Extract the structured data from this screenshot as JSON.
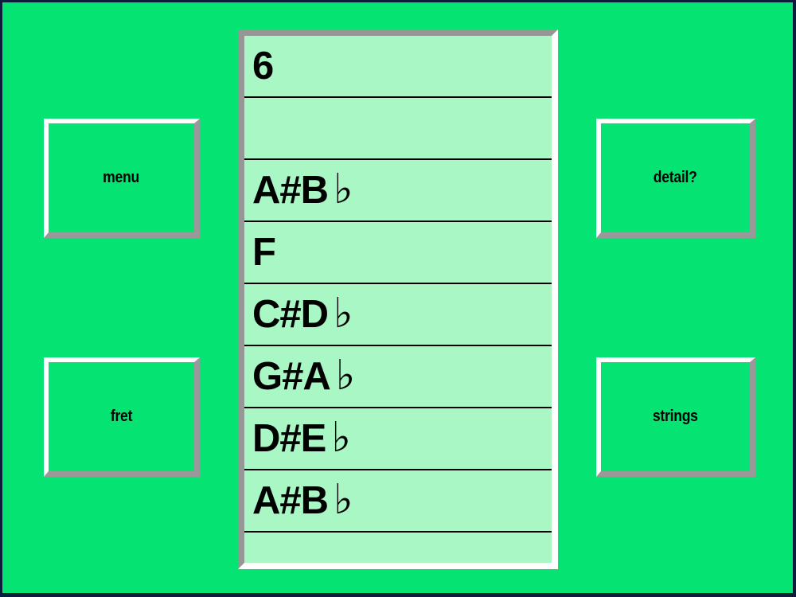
{
  "app": {
    "background_color": "#05e372",
    "panel_color": "#a8f7c4",
    "border_color": "#0b1d3a",
    "bevel_light": "#ffffff",
    "bevel_shadow": "#969696"
  },
  "buttons": {
    "menu": {
      "label": "menu"
    },
    "fret": {
      "label": "fret"
    },
    "detail": {
      "label": "detail?"
    },
    "strings": {
      "label": "strings"
    }
  },
  "list": {
    "rows": [
      {
        "text": "6",
        "flat": ""
      },
      {
        "text": "",
        "flat": ""
      },
      {
        "text": "A#B",
        "flat": "♭"
      },
      {
        "text": "F",
        "flat": ""
      },
      {
        "text": "C#D",
        "flat": "♭"
      },
      {
        "text": "G#A",
        "flat": "♭"
      },
      {
        "text": "D#E",
        "flat": "♭"
      },
      {
        "text": "A#B",
        "flat": "♭"
      },
      {
        "text": "",
        "flat": ""
      }
    ]
  }
}
